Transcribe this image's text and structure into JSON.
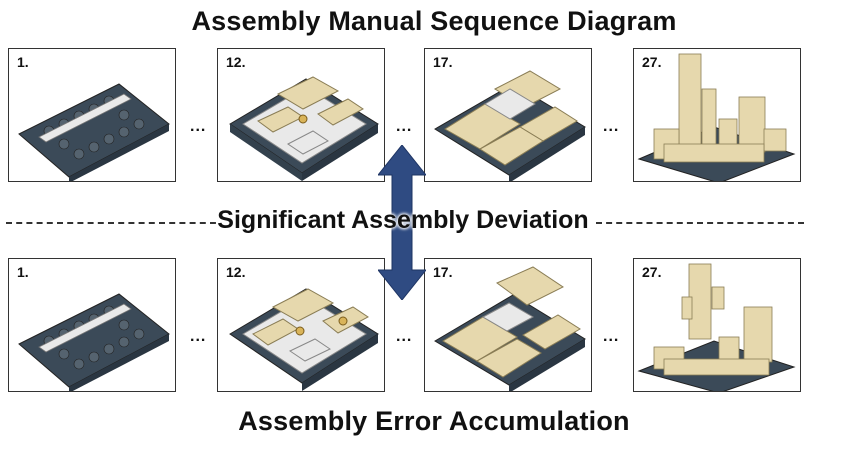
{
  "title_top": "Assembly Manual Sequence Diagram",
  "title_bottom": "Assembly Error Accumulation",
  "divider_label": "Significant Assembly Deviation",
  "ellipsis": "...",
  "rows": [
    {
      "name": "manual",
      "steps": [
        "1.",
        "12.",
        "17.",
        "27."
      ]
    },
    {
      "name": "error",
      "steps": [
        "1.",
        "12.",
        "17.",
        "27."
      ]
    }
  ],
  "colors": {
    "base": "#3b4a58",
    "brick": "#e6d8ad",
    "white_brick": "#e9e9e9",
    "arrow": "#2f4b82"
  }
}
